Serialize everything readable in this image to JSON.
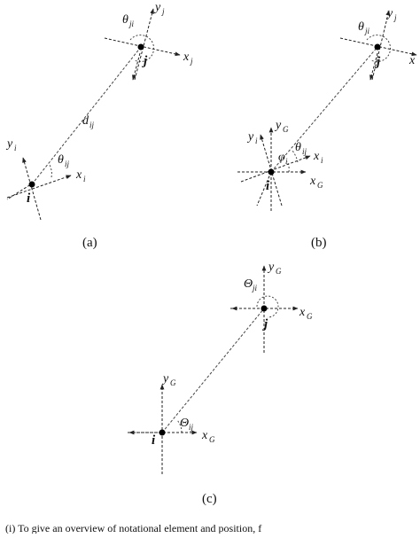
{
  "panels": {
    "a": {
      "label": "(a)",
      "node_i": "i",
      "node_j": "j",
      "x_i": "x",
      "x_i_sub": "i",
      "y_i": "y",
      "y_i_sub": "i",
      "x_j": "x",
      "x_j_sub": "j",
      "y_j": "y",
      "y_j_sub": "j",
      "theta_ij": "θ",
      "theta_ij_sub": "ij",
      "theta_ji": "θ",
      "theta_ji_sub": "ji",
      "d_ij": "d",
      "d_ij_sub": "ij"
    },
    "b": {
      "label": "(b)",
      "node_i": "i",
      "node_j": "j",
      "x_i": "x",
      "x_i_sub": "i",
      "y_i": "y",
      "y_i_sub": "i",
      "x_G": "x",
      "x_G_sub": "G",
      "y_G": "y",
      "y_G_sub": "G",
      "x_j": "x",
      "y_j": "y",
      "y_j_sub": "j",
      "phi_i": "φ",
      "phi_i_sub": "i",
      "theta_ij": "θ",
      "theta_ij_sub": "ij",
      "theta_ji": "θ",
      "theta_ji_sub": "ji"
    },
    "c": {
      "label": "(c)",
      "node_i": "i",
      "node_j": "j",
      "x_G_i": "x",
      "x_G_i_sub": "G",
      "y_G_i": "y",
      "y_G_i_sub": "G",
      "x_G_j": "x",
      "x_G_j_sub": "G",
      "y_G_j": "y",
      "y_G_j_sub": "G",
      "Theta_ij": "Θ",
      "Theta_ij_sub": "ij",
      "Theta_ji": "Θ",
      "Theta_ji_sub": "ji"
    }
  },
  "caption": "(i) To give an overview of notational element and position, f"
}
